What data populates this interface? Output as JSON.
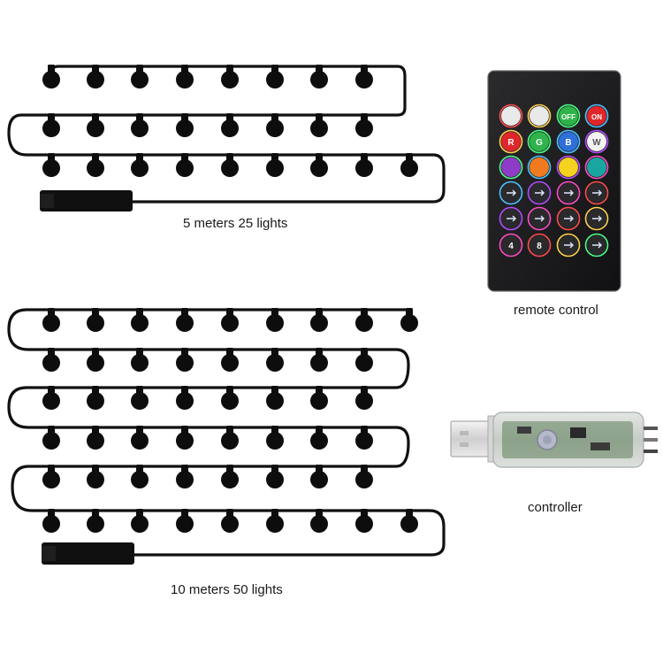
{
  "captions": {
    "short_string": "5 meters 25 lights",
    "long_string": "10 meters 50 lights",
    "remote": "remote control",
    "controller": "controller"
  },
  "remote_buttons": [
    [
      "",
      "",
      "OFF",
      "ON"
    ],
    [
      "R",
      "G",
      "B",
      "W"
    ],
    [
      "",
      "",
      "",
      ""
    ],
    [
      "",
      "",
      "",
      ""
    ],
    [
      "",
      "",
      "",
      ""
    ],
    [
      "4",
      "8",
      "",
      ""
    ]
  ],
  "colors": {
    "wire": "#111111",
    "bulb": "#0d0d0d",
    "remote_body": "#1c1c1e",
    "red": "#e0262b",
    "green": "#2fb34a",
    "blue": "#2f6fd8",
    "white": "#f2f2f2",
    "purple": "#8e3bc7",
    "orange": "#f07a1f",
    "yellow": "#f4d21f",
    "teal": "#1aa6a0"
  }
}
